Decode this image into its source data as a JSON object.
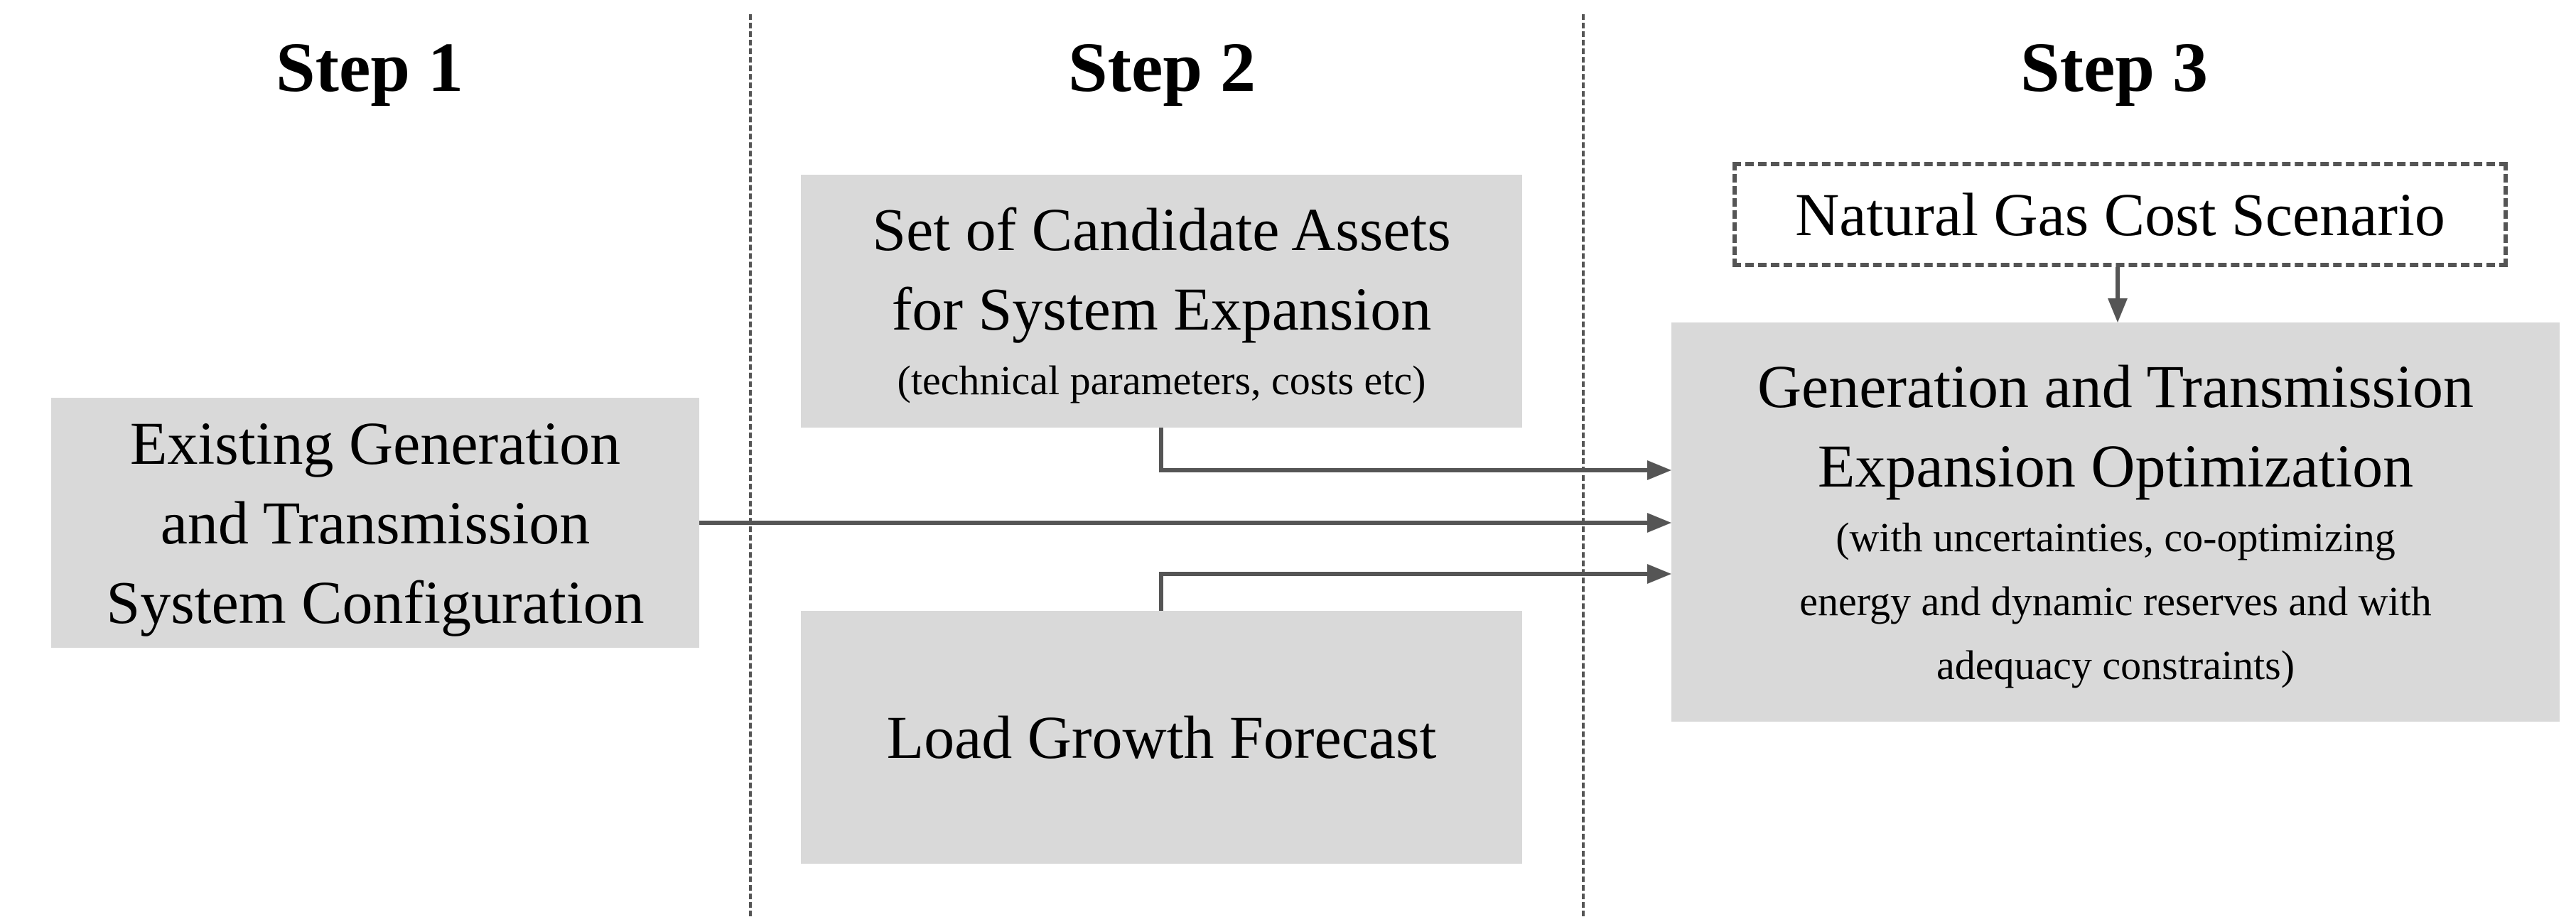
{
  "steps": {
    "step1": "Step 1",
    "step2": "Step 2",
    "step3": "Step 3"
  },
  "existing_box": {
    "line1": "Existing Generation",
    "line2": "and Transmission",
    "line3": "System Configuration"
  },
  "candidate_box": {
    "line1": "Set of Candidate Assets",
    "line2": "for System Expansion",
    "note": "(technical parameters, costs etc)"
  },
  "load_box": {
    "label": "Load Growth Forecast"
  },
  "scenario_box": {
    "label": "Natural Gas Cost Scenario"
  },
  "optimization_box": {
    "line1": "Generation and Transmission",
    "line2": "Expansion Optimization",
    "note1": "(with uncertainties, co-optimizing",
    "note2": "energy and dynamic reserves and with",
    "note3": "adequacy constraints)"
  },
  "colors": {
    "box_fill": "#d9d9d9",
    "arrow": "#555555",
    "divider": "#555555"
  }
}
